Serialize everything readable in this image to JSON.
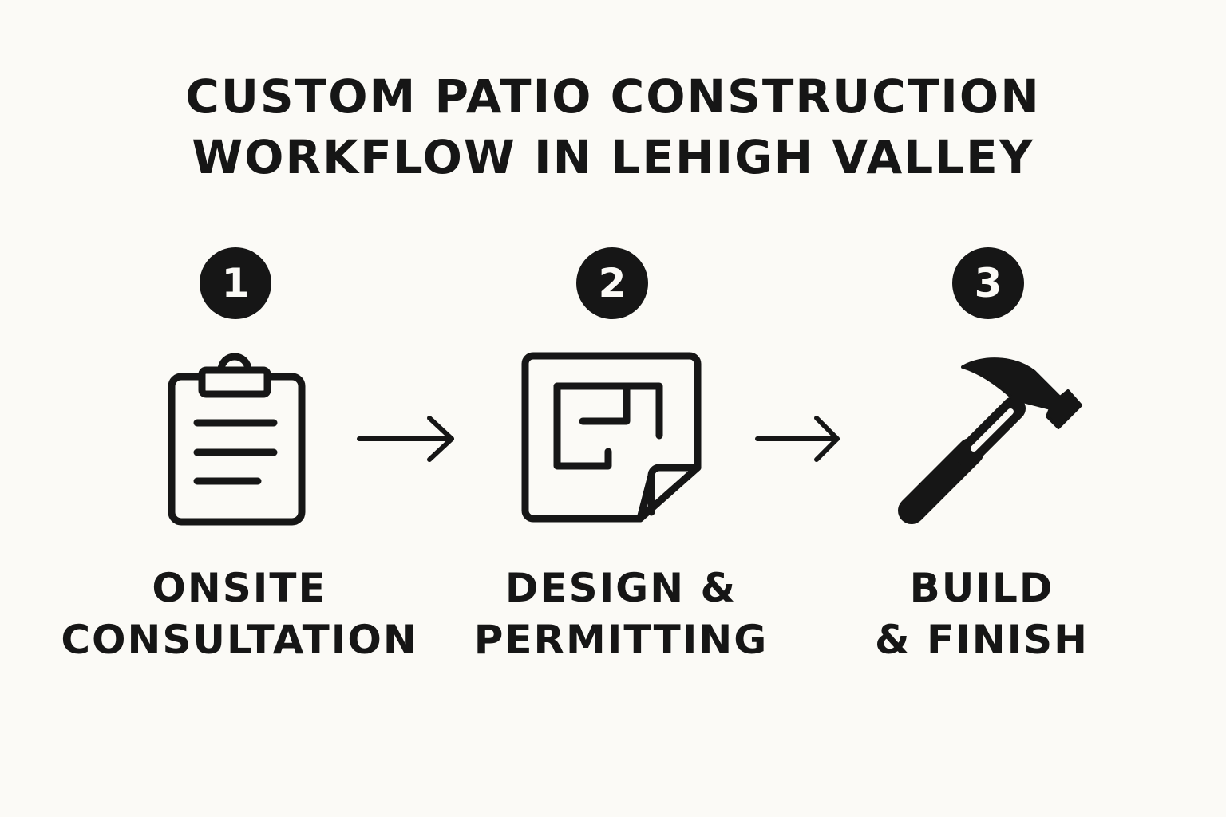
{
  "title": {
    "line1": "CUSTOM PATIO CONSTRUCTION",
    "line2": "WORKFLOW IN LEHIGH VALLEY"
  },
  "steps": [
    {
      "number": "1",
      "icon": "clipboard-icon",
      "label_line1": "ONSITE",
      "label_line2": "CONSULTATION"
    },
    {
      "number": "2",
      "icon": "floor-plan-icon",
      "label_line1": "DESIGN &",
      "label_line2": "PERMITTING"
    },
    {
      "number": "3",
      "icon": "hammer-icon",
      "label_line1": "BUILD",
      "label_line2": "& FINISH"
    }
  ],
  "connectors": [
    "arrow-right-icon",
    "arrow-right-icon"
  ],
  "colors": {
    "background": "#fbfaf6",
    "ink": "#161616"
  }
}
